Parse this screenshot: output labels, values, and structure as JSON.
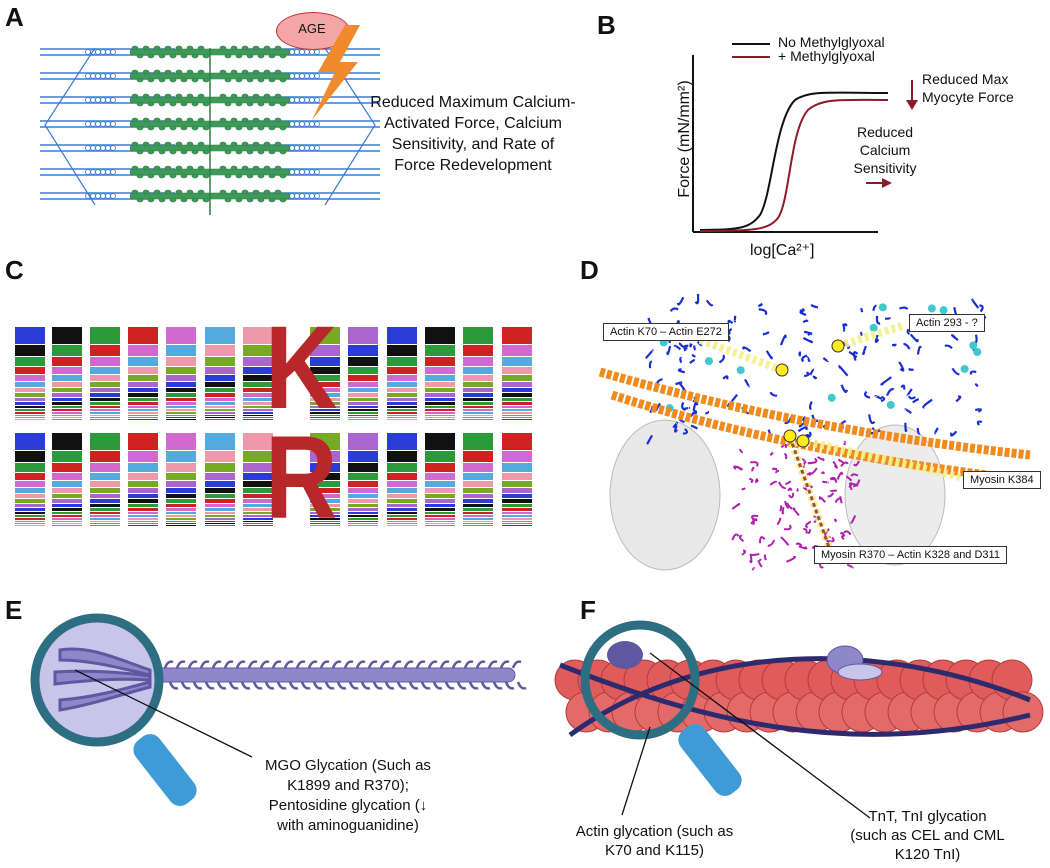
{
  "panels": {
    "A": {
      "letter": "A",
      "age_label": "AGE",
      "effect_lines": [
        "Reduced Maximum Calcium-",
        "Activated Force, Calcium",
        "Sensitivity, and Rate of",
        "Force Redevelopment"
      ]
    },
    "B": {
      "letter": "B",
      "legend": [
        "No Methylglyoxal",
        "+ Methylglyoxal"
      ],
      "ylabel": "Force (mN/mm²)",
      "xlabel": "log[Ca²⁺]",
      "annot_max": [
        "Reduced Max",
        "Myocyte Force"
      ],
      "annot_sens": [
        "Reduced",
        "Calcium",
        "Sensitivity"
      ]
    },
    "C": {
      "letter": "C",
      "center_top": "K",
      "center_bottom": "R"
    },
    "D": {
      "letter": "D",
      "callouts": [
        "Actin K70 – Actin E272",
        "Actin 293 - ?",
        "Myosin K384",
        "Myosin R370 – Actin K328 and D311"
      ]
    },
    "E": {
      "letter": "E",
      "text_lines": [
        "MGO Glycation (Such as",
        "K1899 and R370);",
        "Pentosidine glycation (↓",
        "with aminoguanidine)"
      ]
    },
    "F": {
      "letter": "F",
      "actin_lines": [
        "Actin glycation (such as",
        "K70 and K115)"
      ],
      "tn_lines": [
        "TnT, TnI glycation",
        "(such as CEL and CML",
        "K120 TnI)"
      ]
    }
  },
  "colors": {
    "thin_filament": "#3a7bd5",
    "thick_filament": "#3f9a5a",
    "age_fill": "#f4a6a6",
    "bolt": "#f08a2c",
    "curve_control": "#111111",
    "curve_mgo": "#8b1a2b",
    "myosin_purple": "#8f87c9",
    "actin_red": "#e05b5b",
    "lens": "#2d6e82",
    "handle": "#3f9bd6"
  }
}
